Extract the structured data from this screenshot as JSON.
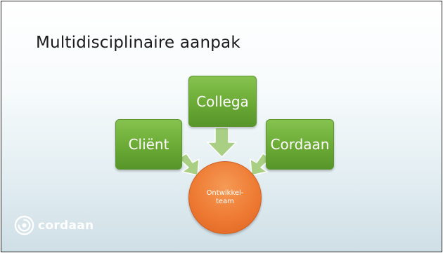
{
  "slide": {
    "title": "Multidisciplinaire aanpak"
  },
  "diagram": {
    "sources": [
      {
        "id": "client",
        "label": "Cliënt"
      },
      {
        "id": "collega",
        "label": "Collega"
      },
      {
        "id": "cordaan",
        "label": "Cordaan"
      }
    ],
    "target": {
      "label": "Ontwikkel-\nteam"
    }
  },
  "logo": {
    "text": "cordaan"
  },
  "colors": {
    "box_green": "#6aaa35",
    "arrow_green": "#a9cf84",
    "circle_orange": "#ee7a33"
  }
}
